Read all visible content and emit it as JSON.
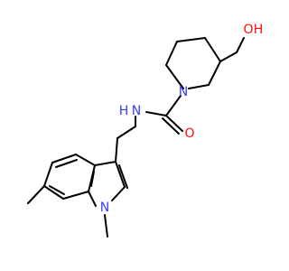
{
  "colors": {
    "bond": "#000000",
    "nitrogen": "#3b3bff",
    "oxygen": "#ff0d0d",
    "background": "#ffffff"
  },
  "atoms": {
    "piperidine_n": "N",
    "amide_nh": "N",
    "amide_nh_h": "H",
    "carbonyl_o": "O",
    "hydroxyl_h": "H",
    "hydroxyl_o": "O",
    "indole_n": "N"
  }
}
